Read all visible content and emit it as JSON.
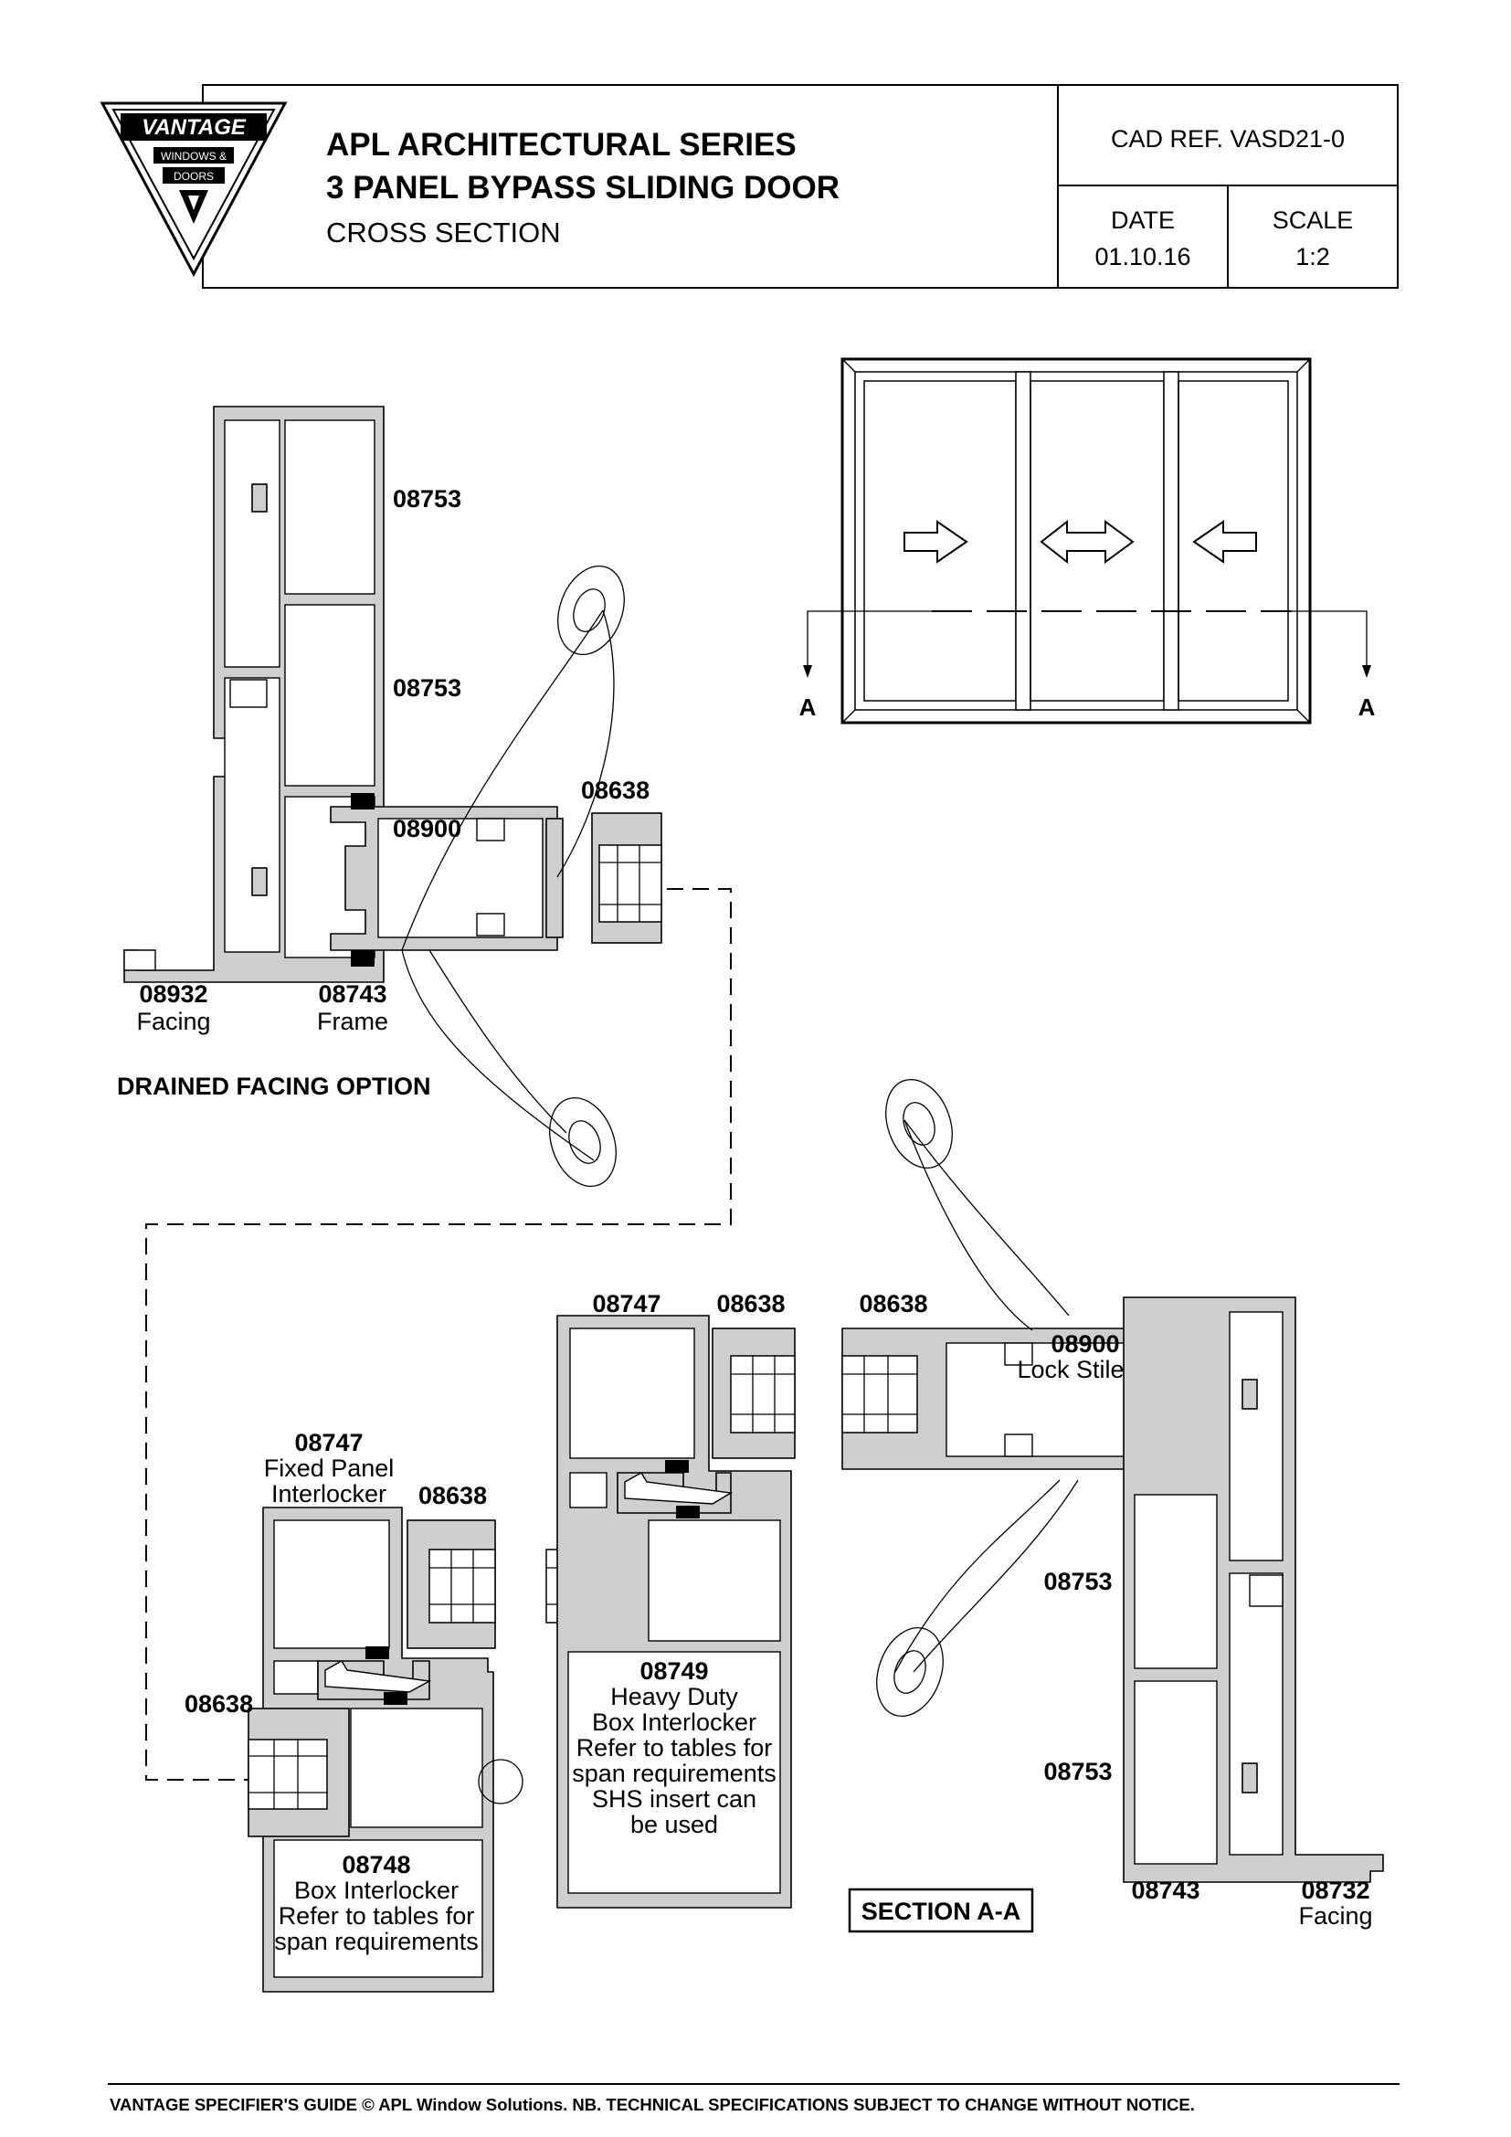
{
  "title_block": {
    "logo": {
      "brand": "VANTAGE",
      "sub1": "WINDOWS &",
      "sub2": "DOORS"
    },
    "title_line1": "APL ARCHITECTURAL SERIES",
    "title_line2": "3 PANEL BYPASS SLIDING DOOR",
    "title_line3": "CROSS SECTION",
    "cad_ref": "CAD REF.  VASD21-0",
    "date_label": "DATE",
    "date_value": "01.10.16",
    "scale_label": "SCALE",
    "scale_value": "1:2"
  },
  "elevation": {
    "section_marker_left": "A",
    "section_marker_right": "A",
    "arrows": [
      "right-arrow-icon",
      "double-arrow-icon",
      "left-arrow-icon"
    ]
  },
  "drained_facing_option": {
    "heading": "DRAINED FACING OPTION",
    "labels": {
      "mullion_top": "08753",
      "mullion_mid": "08753",
      "interlock_top": "08638",
      "stile": "08900",
      "facing_code": "08932",
      "facing_name": "Facing",
      "frame_code": "08743",
      "frame_name": "Frame"
    }
  },
  "section_aa": {
    "heading": "SECTION A-A",
    "labels": {
      "fixed_code": "08747",
      "fixed_name1": "Fixed Panel",
      "fixed_name2": "Interlocker",
      "fixed_interlock": "08638",
      "left_interlock": "08638",
      "box_code": "08748",
      "box_line1": "Box Interlocker",
      "box_line2": "Refer to tables for",
      "box_line3": "span requirements",
      "mid_top_code": "08747",
      "mid_top_interlock": "08638",
      "heavy_code": "08749",
      "heavy_line1": "Heavy Duty",
      "heavy_line2": "Box Interlocker",
      "heavy_line3": "Refer to tables for",
      "heavy_line4": "span requirements",
      "heavy_line5": "SHS insert can",
      "heavy_line6": "be used",
      "right_interlock": "08638",
      "lock_code": "08900",
      "lock_name": "Lock Stile",
      "mullion_top": "08753",
      "mullion_bottom": "08753",
      "frame_code": "08743",
      "facing_code": "08732",
      "facing_name": "Facing"
    }
  },
  "footer": "VANTAGE SPECIFIER'S GUIDE  © APL Window Solutions. NB. TECHNICAL SPECIFICATIONS SUBJECT TO CHANGE WITHOUT NOTICE."
}
